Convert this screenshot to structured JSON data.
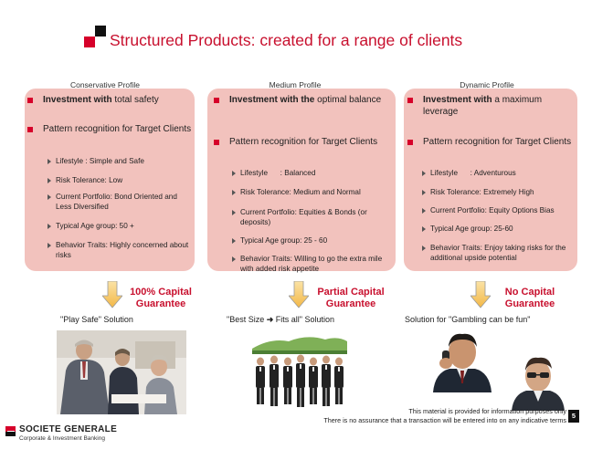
{
  "title": "Structured Products: created for a range of clients",
  "columns": [
    {
      "heading": "Conservative Profile",
      "bullet1_bold": "Investment with",
      "bullet1_rest": "total safety",
      "bullet2": "Pattern recognition for Target Clients",
      "subs": [
        "Lifestyle   : Simple and Safe",
        "Risk Tolerance: Low",
        "Current Portfolio: Bond Oriented and Less Diversified",
        "Typical Age group: 50 +",
        "Behavior Traits: Highly concerned about risks"
      ],
      "guarantee": "100% Capital Guarantee",
      "guarantee_l1": "100% Capital",
      "guarantee_l2": "Guarantee",
      "tagline": "\"Play Safe\" Solution"
    },
    {
      "heading": "Medium Profile",
      "bullet1_bold": "Investment with the",
      "bullet1_rest": "optimal balance",
      "bullet2": "Pattern recognition for Target Clients",
      "subs": [
        "Lifestyle      : Balanced",
        "Risk Tolerance: Medium and Normal",
        "Current Portfolio: Equities & Bonds (or deposits)",
        "Typical Age group: 25 - 60",
        "Behavior Traits: Willing to go the extra mile with added risk appetite"
      ],
      "guarantee": "Partial Capital Guarantee",
      "guarantee_l1": "Partial Capital",
      "guarantee_l2": "Guarantee",
      "tagline_a": "\"Best Size",
      "tagline_b": "Fits all\" Solution"
    },
    {
      "heading": "Dynamic Profile",
      "bullet1_bold": "Investment with",
      "bullet1_rest": "a maximum leverage",
      "bullet2": "Pattern recognition for Target Clients",
      "subs": [
        "Lifestyle      : Adventurous",
        "Risk Tolerance: Extremely High",
        "Current Portfolio: Equity Options Bias",
        "Typical Age group: 25-60",
        "Behavior Traits: Enjoy taking risks for the additional upside potential"
      ],
      "guarantee": "No Capital Guarantee",
      "guarantee_l1": "No Capital",
      "guarantee_l2": "Guarantee",
      "tagline": "Solution for \"Gambling can be fun\""
    }
  ],
  "footer": {
    "line1": "This material is provided for information purposes only",
    "line2": "There is no assurance that a transaction will be entered into on any indicative terms",
    "page": "5"
  },
  "logo": {
    "name": "SOCIETE GENERALE",
    "sub": "Corporate & Investment Banking"
  },
  "colors": {
    "accent": "#c8102e",
    "panel": "#f2c2bd",
    "bullet": "#d6002a"
  }
}
